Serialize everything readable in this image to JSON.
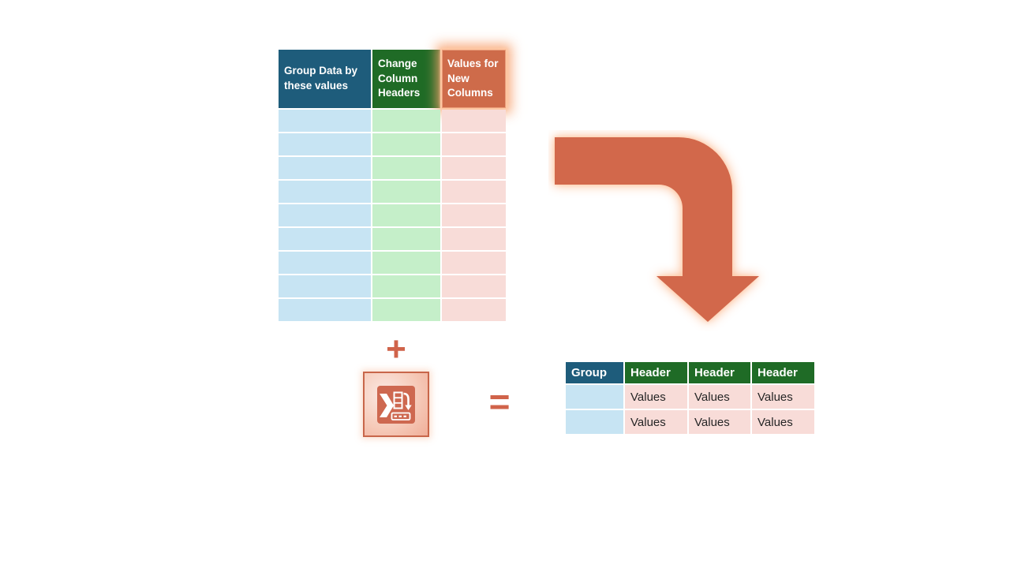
{
  "source_table": {
    "columns": [
      {
        "header": "Group Data by these values",
        "highlighted": false
      },
      {
        "header": "Change Column Headers",
        "highlighted": false
      },
      {
        "header": "Values for New Columns",
        "highlighted": true
      }
    ],
    "row_count": 9
  },
  "operators": {
    "plus": "+",
    "equals": "="
  },
  "icon": {
    "name": "pivot-column-icon"
  },
  "result_table": {
    "headers": [
      "Group",
      "Header",
      "Header",
      "Header"
    ],
    "rows": [
      [
        "",
        "Values",
        "Values",
        "Values"
      ],
      [
        "",
        "Values",
        "Values",
        "Values"
      ]
    ]
  },
  "colors": {
    "header_blue": "#1E5C7B",
    "header_green": "#1F6B26",
    "header_orange": "#CE6B4A",
    "cell_blue": "#C7E4F3",
    "cell_green": "#C5EFC9",
    "cell_pink": "#F8DCD8",
    "accent_orange": "#D0634A",
    "arrow_orange": "#D2684B",
    "glow_peach": "#F7A06C",
    "values_text": "#262626"
  }
}
